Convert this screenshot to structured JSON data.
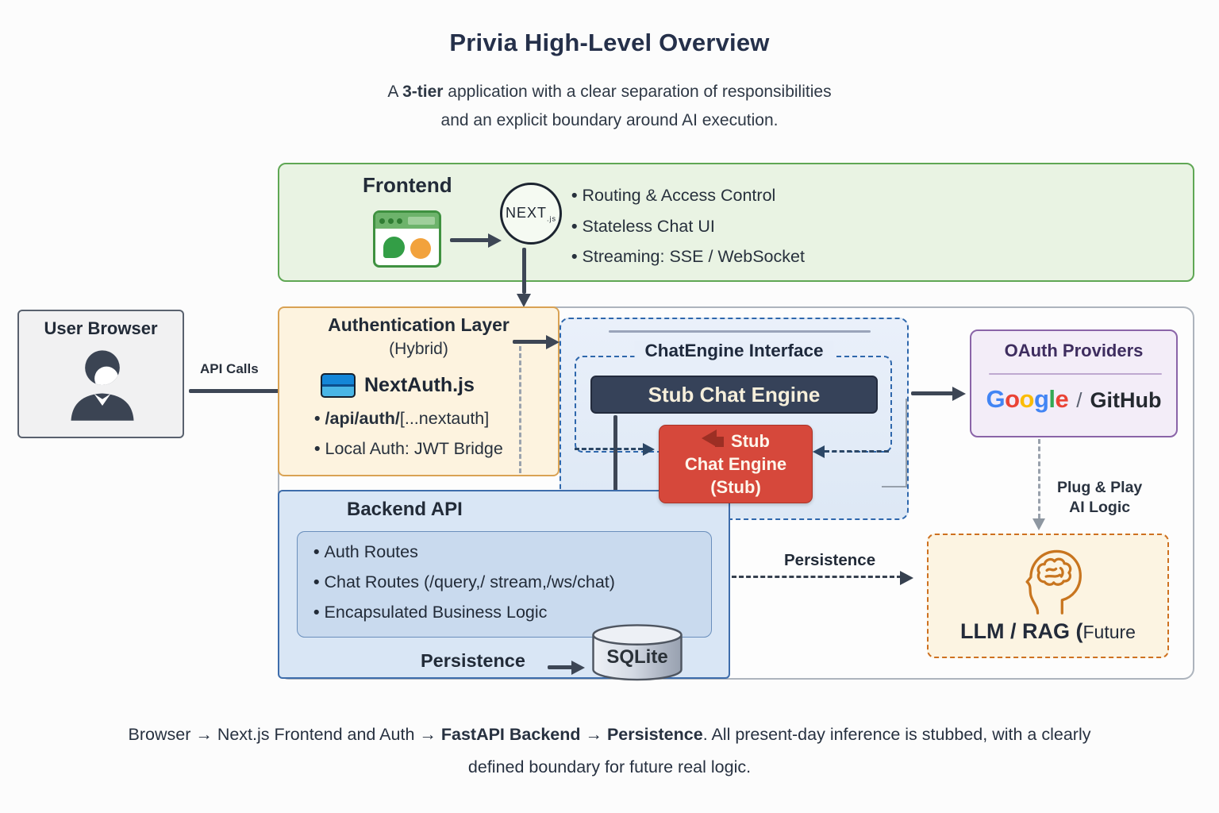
{
  "header": {
    "title": "Privia High-Level Overview",
    "subtitle_prefix": "A ",
    "subtitle_bold": "3-tier",
    "subtitle_rest": " application with a clear separation of responsibilities",
    "subtitle_line2": "and an explicit boundary around AI execution."
  },
  "frontend": {
    "title": "Frontend",
    "logo_text": "NEXT",
    "logo_sub": ".js",
    "bullets": [
      "Routing & Access Control",
      "Stateless Chat UI",
      "Streaming: SSE / WebSocket"
    ]
  },
  "user_browser": {
    "title": "User Browser"
  },
  "api_calls_label": "API Calls",
  "auth": {
    "title": "Authentication Layer",
    "subtitle": "(Hybrid)",
    "brand": "NextAuth.js",
    "bullet1_bold": "/api/auth/",
    "bullet1_rest": "[...nextauth]",
    "bullet2": "Local Auth: JWT Bridge"
  },
  "chat_engine": {
    "title": "ChatEngine Interface",
    "stub_bar": "Stub Chat Engine",
    "stub_box_line1": "Stub",
    "stub_box_line2": "Chat Engine",
    "stub_box_line3": "(Stub)"
  },
  "oauth": {
    "title": "OAuth Providers",
    "google_letters": [
      "G",
      "o",
      "o",
      "g",
      "l",
      "e"
    ],
    "google_colors": [
      "#4285F4",
      "#EA4335",
      "#FBBC05",
      "#4285F4",
      "#34A853",
      "#EA4335"
    ],
    "separator": "/",
    "github": "GitHub"
  },
  "plug_play": {
    "line1": "Plug & Play",
    "line2": "AI Logic"
  },
  "llm": {
    "label_bold": "LLM / RAG (",
    "label_rest": "Future"
  },
  "backend": {
    "title": "Backend API",
    "bullets": [
      "Auth Routes",
      "Chat Routes (/query,/ stream,/ws/chat)",
      "Encapsulated Business Logic"
    ],
    "persistence_label": "Persistence",
    "db_label": "SQLite"
  },
  "persistence_arrow_label": "Persistence",
  "footer": {
    "seg1": "Browser → Next.js Frontend and Auth → ",
    "seg2_bold": "FastAPI Backend",
    "seg3": " → ",
    "seg4_bold": "Persistence",
    "seg5": ". All present-day inference is stubbed, with a clearly defined boundary for future real logic."
  },
  "colors": {
    "frontend_border": "#5fa754",
    "auth_border": "#d9a254",
    "chatengine_border": "#2e67ac",
    "oauth_border": "#8a64a8",
    "backend_border": "#3e6dab",
    "llm_border": "#ce7120",
    "stub_bar_bg": "#364259",
    "stub_box_bg": "#d6483b",
    "arrow": "#3d4655"
  }
}
